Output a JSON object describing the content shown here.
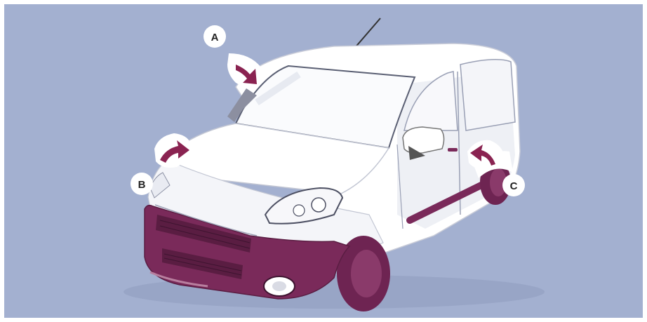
{
  "colors": {
    "background": "#a3b0d0",
    "van_body": "#ffffff",
    "van_shade": "#e6e7ee",
    "bumper": "#7a2a5a",
    "bumper_dark": "#5a1d42",
    "arrow": "#8a2351",
    "callout_bg": "#ffffff",
    "label_text": "#222222"
  },
  "callouts": [
    {
      "id": "A",
      "label": "A",
      "icon": "curved-arrow-icon",
      "target": "windscreen-wiper-area"
    },
    {
      "id": "B",
      "label": "B",
      "icon": "curved-arrow-icon",
      "target": "bonnet-front"
    },
    {
      "id": "C",
      "label": "C",
      "icon": "curved-arrow-icon",
      "target": "side-sliding-door"
    }
  ]
}
